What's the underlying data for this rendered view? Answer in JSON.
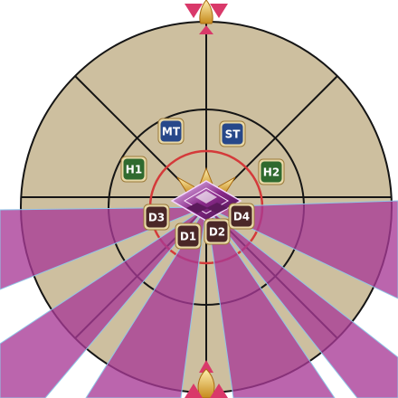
{
  "arena": {
    "floor_color": "#cdbf9f",
    "line_color": "#151515",
    "inner_ring_color": "#d43a3a",
    "aoe_color": "#a83a96"
  },
  "markers": [
    {
      "id": "MT",
      "role": "tank",
      "color": "#27488a"
    },
    {
      "id": "ST",
      "role": "tank",
      "color": "#27488a"
    },
    {
      "id": "H1",
      "role": "healer",
      "color": "#2f6a2f"
    },
    {
      "id": "H2",
      "role": "healer",
      "color": "#2f6a2f"
    },
    {
      "id": "D1",
      "role": "dps",
      "color": "#4a2727"
    },
    {
      "id": "D2",
      "role": "dps",
      "color": "#4a2727"
    },
    {
      "id": "D3",
      "role": "dps",
      "color": "#4a2727"
    },
    {
      "id": "D4",
      "role": "dps",
      "color": "#4a2727"
    }
  ],
  "icons": {
    "boss": "boss-crest-icon",
    "north_waymark": "tower-icon",
    "south_waymark": "tower-icon"
  }
}
